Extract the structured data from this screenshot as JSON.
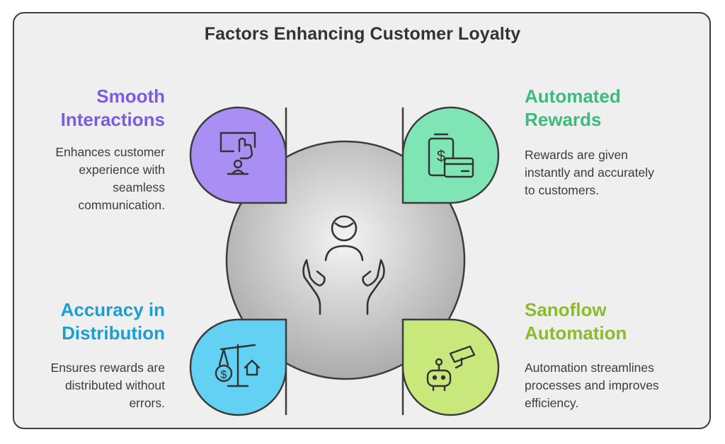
{
  "title": "Factors Enhancing Customer Loyalty",
  "colors": {
    "background": "#efefef",
    "border": "#3d3d3d",
    "center_circle": "#b3b3b3",
    "smooth": "#a98ef3",
    "smooth_text": "#7b5ce0",
    "rewards": "#7fe5b4",
    "rewards_text": "#3dbb7e",
    "accuracy": "#62d1f4",
    "accuracy_text": "#1a9fd0",
    "sanoflow": "#c8e87c",
    "sanoflow_text": "#8bbb2e"
  },
  "center_icon": "hands-holding-person-icon",
  "factors": [
    {
      "id": "smooth",
      "heading": [
        "Smooth",
        "Interactions"
      ],
      "description": [
        "Enhances customer",
        "experience with",
        "seamless",
        "communication."
      ],
      "icon": "touch-screen-icon"
    },
    {
      "id": "rewards",
      "heading": [
        "Automated",
        "Rewards"
      ],
      "description": [
        "Rewards are given",
        "instantly and accurately",
        "to customers."
      ],
      "icon": "payment-icon"
    },
    {
      "id": "accuracy",
      "heading": [
        "Accuracy in",
        "Distribution"
      ],
      "description": [
        "Ensures rewards are",
        "distributed without",
        "errors."
      ],
      "icon": "scale-balance-icon"
    },
    {
      "id": "sanoflow",
      "heading": [
        "Sanoflow",
        "Automation"
      ],
      "description": [
        "Automation streamlines",
        "processes and improves",
        "efficiency."
      ],
      "icon": "robot-camera-icon"
    }
  ]
}
